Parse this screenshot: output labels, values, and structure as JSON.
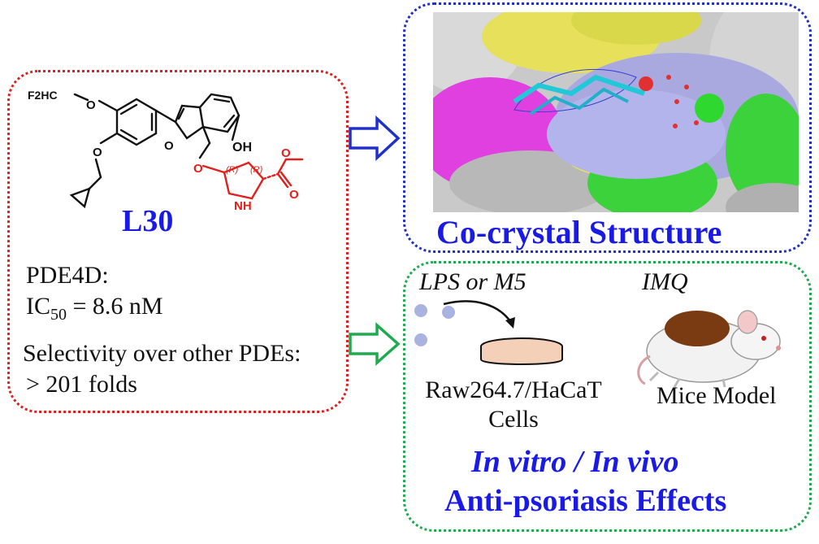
{
  "left_panel": {
    "compound_name": "L30",
    "target": "PDE4D:",
    "ic50_prefix": "IC",
    "ic50_sub": "50",
    "ic50_value": " = 8.6 nM",
    "selectivity_label": "Selectivity over other PDEs:",
    "selectivity_value": "> 201 folds",
    "structure_labels": {
      "difluoromethyl": "F2HC",
      "oxygen": "O",
      "hydroxyl": "OH",
      "amine": "NH",
      "stereo_r": "(R)"
    }
  },
  "top_right_panel": {
    "title": "Co-crystal Structure"
  },
  "bottom_right_panel": {
    "stimulus_label": "LPS or M5",
    "imq_label": "IMQ",
    "cells_label": "Raw264.7/HaCaT Cells",
    "mice_label": "Mice Model",
    "invitro_label": "In vitro / In vivo",
    "effects_label": "Anti-psoriasis Effects"
  },
  "colors": {
    "left_border": "#e02020",
    "top_right_border": "#2030c8",
    "bottom_right_border": "#1faa4f",
    "title_blue": "#1a1ae6",
    "highlight_red": "#e0201c"
  }
}
